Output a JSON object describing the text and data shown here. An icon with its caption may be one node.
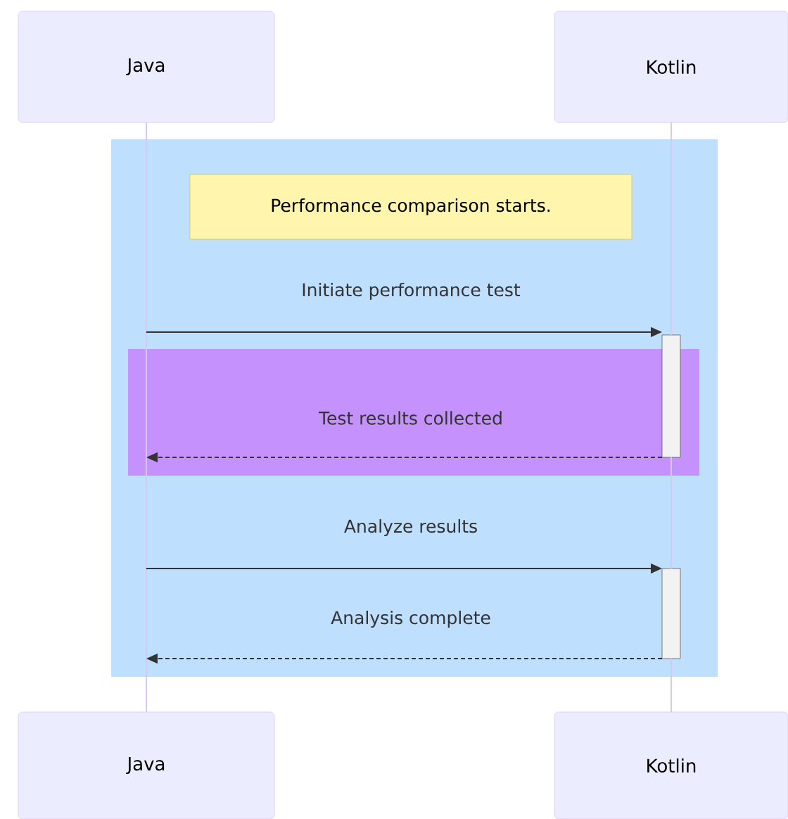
{
  "diagram": {
    "nodes": [
      {
        "text": [
          "Java"
        ]
      },
      {
        "text": [
          "Kotlin"
        ]
      },
      {
        "text": [
          "Java"
        ]
      },
      {
        "text": [
          "Kotlin"
        ]
      },
      {
        "text": [
          "Performance comparison starts."
        ]
      },
      {
        "text": [],
        "shape": "bar"
      },
      {
        "text": [],
        "shape": "bar"
      }
    ],
    "edges": [
      {
        "from": 0,
        "to": 2,
        "arrow": "none",
        "color": "#d5c8f4"
      },
      {
        "from": 1,
        "to": 5,
        "arrow": "none",
        "color": "#d5c8f4"
      },
      {
        "from": null,
        "to": 5,
        "arrow": "to",
        "label": "Initiate performance test",
        "color": "#333333"
      },
      {
        "from": 5,
        "to": null,
        "arrow": "to",
        "style": "dashed",
        "label": "Test results collected",
        "color": "#333333"
      },
      {
        "from": null,
        "to": 6,
        "arrow": "to",
        "label": "Analyze results",
        "color": "#333333"
      },
      {
        "from": 6,
        "to": null,
        "arrow": "to",
        "style": "dashed",
        "label": "Analysis complete",
        "color": "#333333"
      },
      {
        "from": 5,
        "to": 6,
        "arrow": "none",
        "color": "#d5c8f4"
      },
      {
        "from": 6,
        "to": 3,
        "arrow": "none",
        "color": "#d5c8f4"
      }
    ]
  }
}
